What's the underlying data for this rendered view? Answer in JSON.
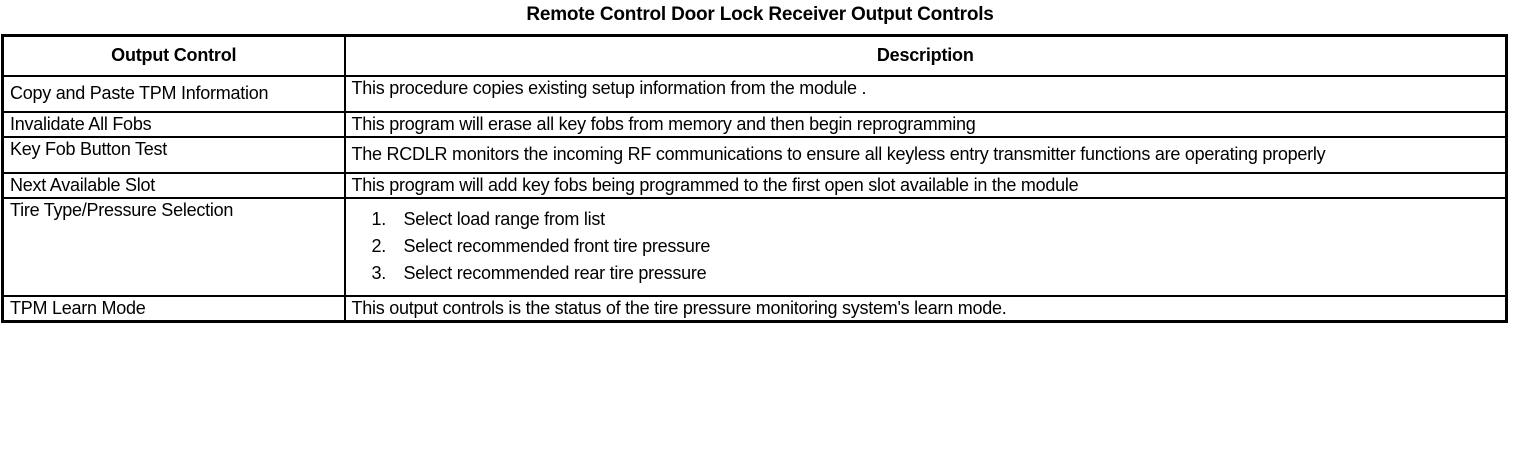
{
  "document": {
    "title": "Remote Control Door Lock Receiver Output Controls"
  },
  "table": {
    "headers": {
      "col1": "Output Control",
      "col2": "Description"
    },
    "rows": [
      {
        "name": "Copy and Paste TPM Information",
        "description": "This procedure copies existing setup information from the module ."
      },
      {
        "name": "Invalidate All Fobs",
        "description": "This program will erase all key fobs from memory and then begin reprogramming"
      },
      {
        "name": "Key Fob Button Test",
        "description": "The RCDLR monitors the incoming RF communications to ensure all keyless entry transmitter functions are operating properly"
      },
      {
        "name": "Next Available Slot",
        "description": "This program will add key fobs being programmed to the first open slot available in the module"
      },
      {
        "name": "Tire Type/Pressure Selection",
        "steps": [
          {
            "num": "1.",
            "text": "Select load range from list"
          },
          {
            "num": "2.",
            "text": "Select recommended front tire pressure"
          },
          {
            "num": "3.",
            "text": "Select recommended rear tire pressure"
          }
        ]
      },
      {
        "name": "TPM Learn Mode",
        "description": "This output controls is the status of the tire pressure monitoring system's learn mode."
      }
    ]
  }
}
